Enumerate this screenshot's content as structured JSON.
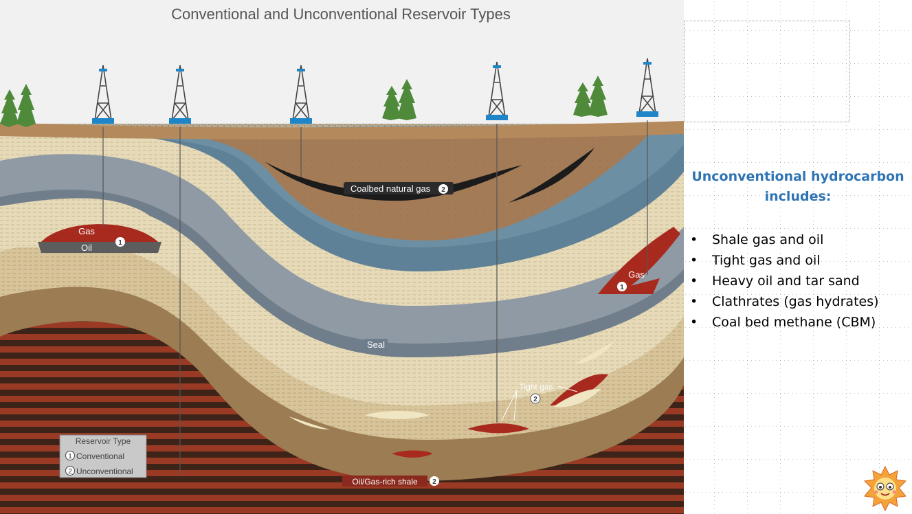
{
  "slide": {
    "diagram": {
      "title": "Conventional and Unconventional Reservoir Types",
      "labels": {
        "coalbed": "Coalbed natural gas",
        "gas_left": "Gas",
        "oil_left": "Oil",
        "gas_right": "Gas",
        "seal": "Seal",
        "tight_gas": "Tight gas",
        "shale": "Oil/Gas-rich shale"
      },
      "markers": {
        "one": "1",
        "two": "2"
      },
      "legend": {
        "title": "Reservoir Type",
        "items": [
          {
            "num": "1",
            "label": "Conventional"
          },
          {
            "num": "2",
            "label": "Unconventional"
          }
        ]
      }
    },
    "heading": "Unconventional hydrocarbon includes:",
    "bullet_glyph": "•",
    "bullets": [
      "Shale gas and oil",
      "Tight gas and oil",
      "Heavy oil and tar sand",
      "Clathrates (gas hydrates)",
      "Coal bed methane (CBM)"
    ],
    "colors": {
      "heading": "#2e74b5",
      "gas": "#a82a1e",
      "seal": "#6e7d8c",
      "water": "#5f8197",
      "soil": "#9a7452"
    }
  }
}
